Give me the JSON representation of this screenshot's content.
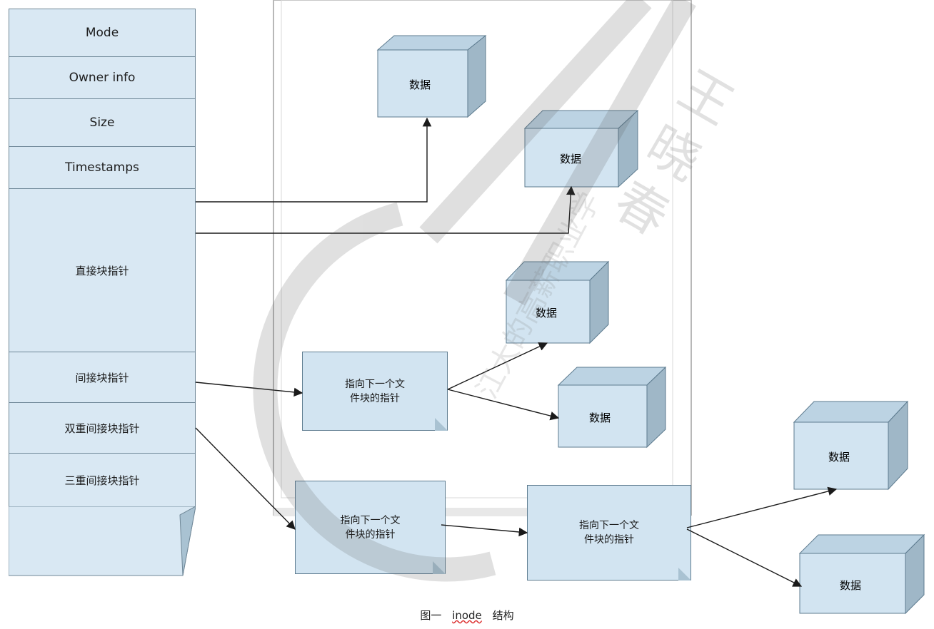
{
  "inode": {
    "mode": "Mode",
    "owner": "Owner info",
    "size": "Size",
    "timestamps": "Timestamps",
    "direct": "直接块指针",
    "indirect": "间接块指针",
    "double": "双重间接块指针",
    "triple": "三重间接块指针"
  },
  "notes": {
    "indirect_target": "指向下一个文\n件块的指针",
    "double_level1": "指向下一个文\n件块的指针",
    "double_level2": "指向下一个文\n件块的指针"
  },
  "blocks": {
    "b1": "数据",
    "b2": "数据",
    "b3": "数据",
    "b4": "数据",
    "b5": "数据",
    "b6": "数据"
  },
  "caption": {
    "prefix": "图一",
    "word": "inode",
    "suffix": "结构"
  },
  "watermark": {
    "vertical_name": "王晓春",
    "diagonal_text": "江大的高薪职业学"
  },
  "colors": {
    "fill": "#d9e8f3",
    "border": "#5d7b8f",
    "arrow": "#1a1a1a"
  }
}
